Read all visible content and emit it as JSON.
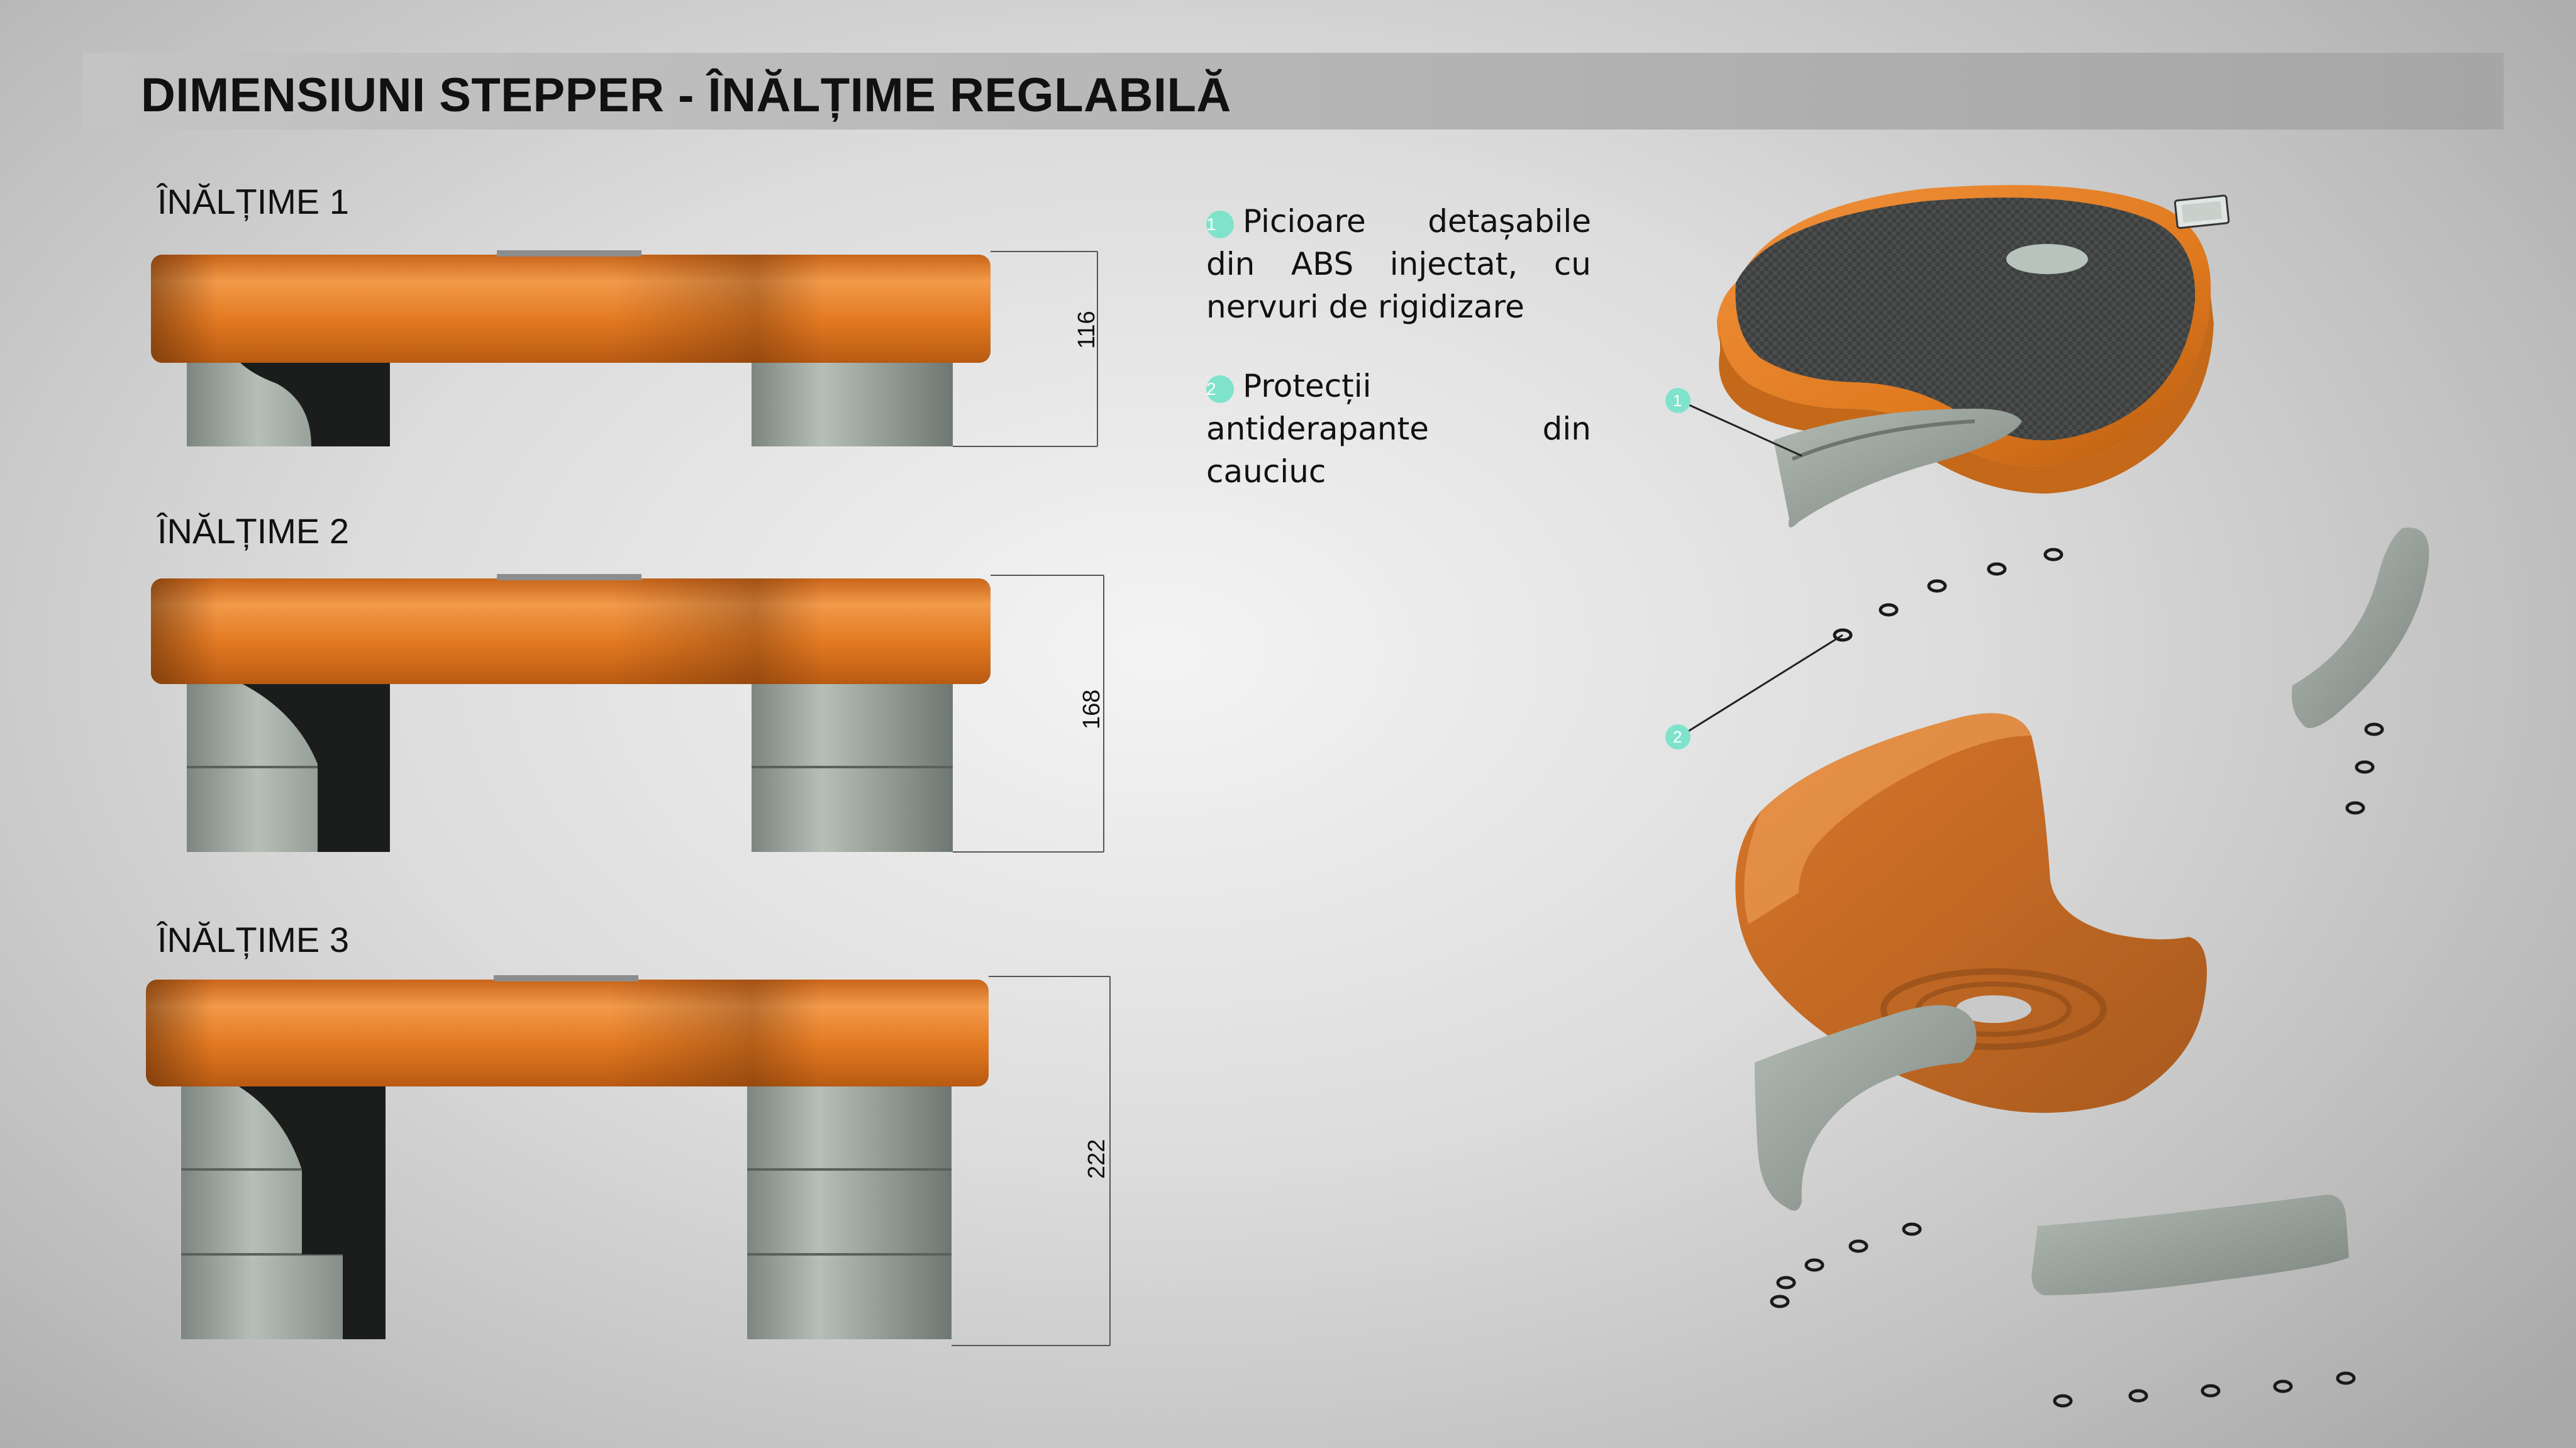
{
  "title": "DIMENSIUNI STEPPER - ÎNĂLȚIME REGLABILĂ",
  "views": [
    {
      "label": "ÎNĂLȚIME 1",
      "dimension": "116",
      "spacers": 1
    },
    {
      "label": "ÎNĂLȚIME 2",
      "dimension": "168",
      "spacers": 2
    },
    {
      "label": "ÎNĂLȚIME 3",
      "dimension": "222",
      "spacers": 3
    }
  ],
  "legend": [
    {
      "number": "1",
      "text": "Picioare detașabile din ABS injectat, cu nervuri de rigidizare"
    },
    {
      "number": "2",
      "text": "Protecții antiderapante din cauciuc"
    }
  ],
  "colors": {
    "shell_orange": "#e07a1f",
    "leg_gray": "#9aa39c",
    "badge_teal": "#7fe3cc",
    "deck_dark": "#3d3f3e"
  }
}
